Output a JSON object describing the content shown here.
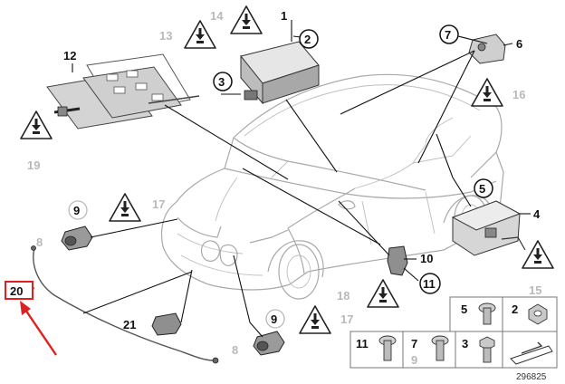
{
  "diagram_id": "296825",
  "colors": {
    "highlight": "#e02020",
    "line": "#111111",
    "grey_label": "#b9b9b9",
    "outline": "#a9a9a9"
  },
  "labels": {
    "l1": "1",
    "l2": "2",
    "l3": "3",
    "l4": "4",
    "l5": "5",
    "l6": "6",
    "l7": "7",
    "l8a": "8",
    "l8b": "8",
    "l9a": "9",
    "l9b": "9",
    "l10": "10",
    "l11": "11",
    "l12": "12",
    "l13": "13",
    "l14": "14",
    "l15": "15",
    "l16": "16",
    "l17a": "17",
    "l17b": "17",
    "l18": "18",
    "l19": "19",
    "l20": "20",
    "l21": "21"
  },
  "legend": {
    "c1": "5",
    "c2": "2",
    "c3": "11",
    "c4": "7",
    "c4sub": "9",
    "c5": "3"
  },
  "icons": [
    "warning-triangle-icon",
    "airbag-module-icon",
    "sensor-icon",
    "bolt-icon",
    "nut-icon",
    "shim-icon"
  ]
}
